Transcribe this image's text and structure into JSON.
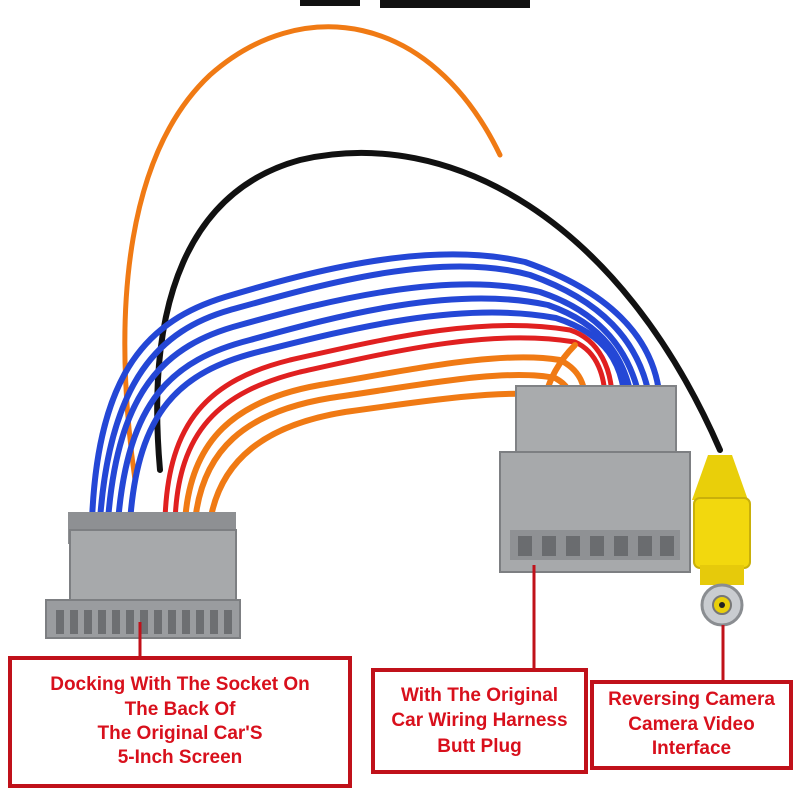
{
  "callouts": {
    "socket": {
      "lines": [
        "Docking With The Socket On",
        "The Back Of",
        "The Original Car'S",
        "5-Inch Screen"
      ]
    },
    "harness": {
      "lines": [
        "With The Original",
        "Car Wiring Harness",
        "Butt Plug"
      ]
    },
    "camera": {
      "lines": [
        "Reversing Camera",
        "Camera Video",
        "Interface"
      ]
    }
  },
  "colors": {
    "callout_border": "#c0111a",
    "callout_text": "#d8101c",
    "wire_orange": "#f07a14",
    "wire_blue": "#2447d6",
    "wire_red": "#e02020",
    "wire_black": "#111111",
    "connector_gray": "#a7a9ab",
    "rca_yellow": "#f2d80e"
  }
}
